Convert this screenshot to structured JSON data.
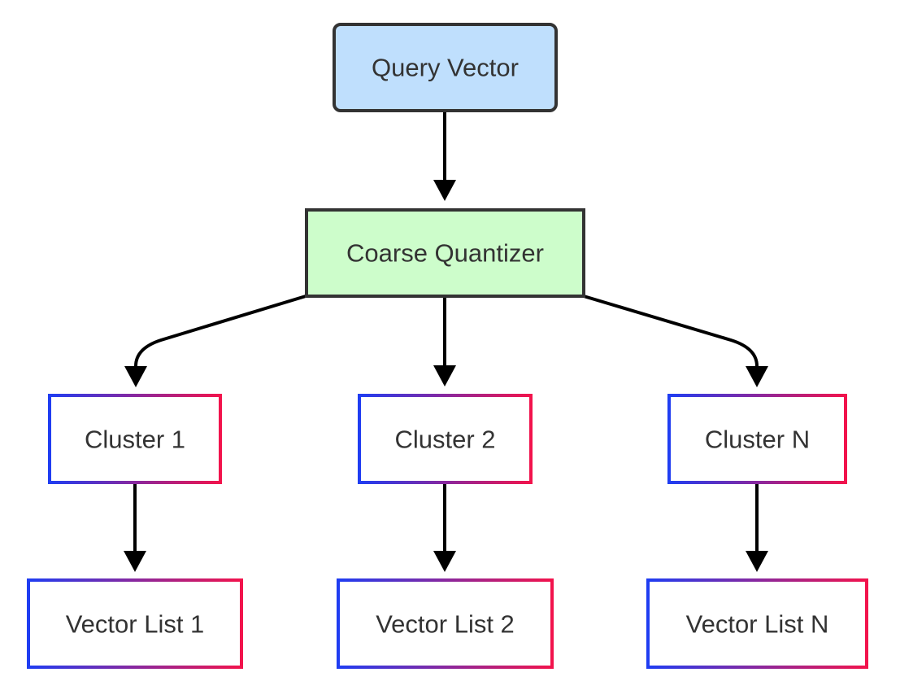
{
  "diagram": {
    "colors": {
      "query_fill": "#bfdffd",
      "quantizer_fill": "#cdfdcb",
      "node_stroke": "#333333",
      "edge": "#000000",
      "gradient_start": "#1f3df2",
      "gradient_end": "#f2134c",
      "text": "#333333"
    },
    "nodes": {
      "query_vector": "Query Vector",
      "coarse_quantizer": "Coarse Quantizer",
      "cluster_1": "Cluster 1",
      "cluster_2": "Cluster 2",
      "cluster_n": "Cluster N",
      "vector_list_1": "Vector List 1",
      "vector_list_2": "Vector List 2",
      "vector_list_n": "Vector List N"
    },
    "edges": [
      {
        "from": "query_vector",
        "to": "coarse_quantizer"
      },
      {
        "from": "coarse_quantizer",
        "to": "cluster_1"
      },
      {
        "from": "coarse_quantizer",
        "to": "cluster_2"
      },
      {
        "from": "coarse_quantizer",
        "to": "cluster_n"
      },
      {
        "from": "cluster_1",
        "to": "vector_list_1"
      },
      {
        "from": "cluster_2",
        "to": "vector_list_2"
      },
      {
        "from": "cluster_n",
        "to": "vector_list_n"
      }
    ]
  }
}
